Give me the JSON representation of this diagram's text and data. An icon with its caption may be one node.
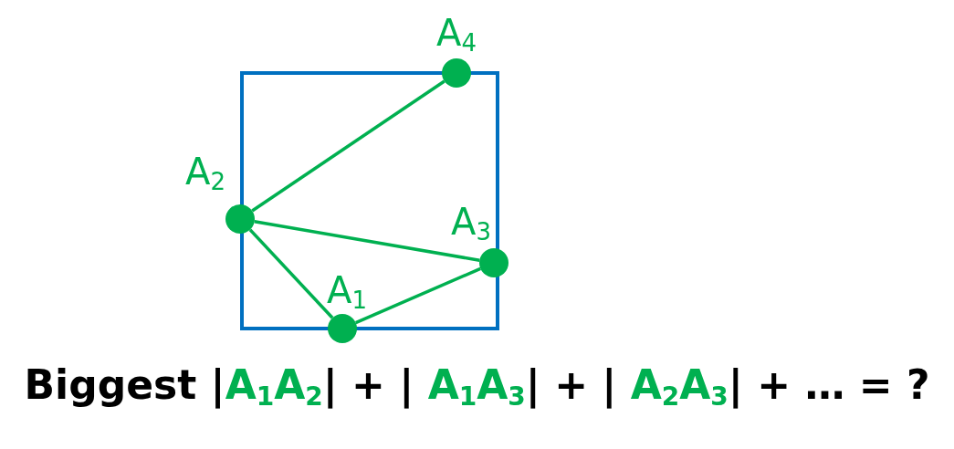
{
  "diagram": {
    "caption": "Biggest |A$_{1}$A$_{2}$| + | A$_{1}$A$_{3}$| + | A$_{2}$A$_{3}$| + … = ?",
    "nodes": [
      {
        "text": [],
        "shape": "circle",
        "beside": [
          "A$_{4}$"
        ]
      },
      {
        "text": [],
        "shape": "circle",
        "beside": [
          "A$_{2}$"
        ]
      },
      {
        "text": [],
        "shape": "circle",
        "beside": [
          "A$_{3}$"
        ]
      },
      {
        "text": [],
        "shape": "circle",
        "beside": [
          "A$_{1}$"
        ]
      }
    ],
    "edges": [
      {
        "from": 1,
        "to": 0,
        "arrow": "none"
      },
      {
        "from": 1,
        "to": 2,
        "arrow": "none"
      },
      {
        "from": 1,
        "to": 3,
        "arrow": "none"
      },
      {
        "from": 3,
        "to": 2,
        "arrow": "none"
      }
    ]
  }
}
